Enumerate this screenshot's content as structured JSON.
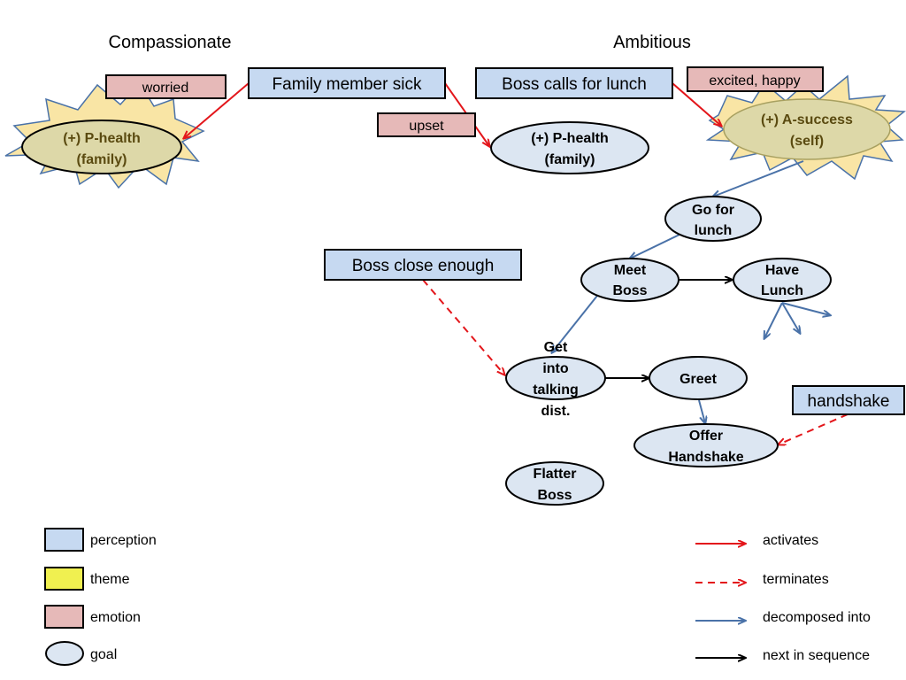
{
  "colors": {
    "perception": "#c6d9f1",
    "theme_fill": "#f9e5a5",
    "theme_ellipse": "#ddd8a8",
    "emotion": "#e6b9b8",
    "goal": "#dce6f2",
    "activates": "#e3161b",
    "decomposed": "#4a72a8",
    "sequence": "#000000"
  },
  "headings": {
    "compassionate": "Compassionate",
    "ambitious": "Ambitious"
  },
  "perceptions": {
    "family_member_sick": "Family member sick",
    "boss_calls_for_lunch": "Boss calls for lunch",
    "boss_close_enough": "Boss close enough",
    "handshake": "handshake"
  },
  "emotions": {
    "worried": "worried",
    "upset": "upset",
    "excited_happy": "excited, happy"
  },
  "themes": {
    "p_health_family": [
      "(+) P-health",
      "(family)"
    ],
    "a_success_self": [
      "(+) A-success",
      "(self)"
    ]
  },
  "goals": {
    "p_health_family": [
      "(+) P-health",
      "(family)"
    ],
    "go_for_lunch": [
      "Go for",
      "lunch"
    ],
    "meet_boss": [
      "Meet",
      "Boss"
    ],
    "have_lunch": [
      "Have",
      "Lunch"
    ],
    "get_into_talking_dist": [
      "Get",
      "into",
      "talking",
      "dist."
    ],
    "greet": [
      "Greet"
    ],
    "offer_handshake": [
      "Offer",
      "Handshake"
    ],
    "flatter_boss": [
      "Flatter",
      "Boss"
    ]
  },
  "legend": {
    "perception": "perception",
    "theme": "theme",
    "emotion": "emotion",
    "goal": "goal",
    "activates": "activates",
    "terminates": "terminates",
    "decomposed_into": "decomposed into",
    "next_in_sequence": "next in sequence"
  }
}
